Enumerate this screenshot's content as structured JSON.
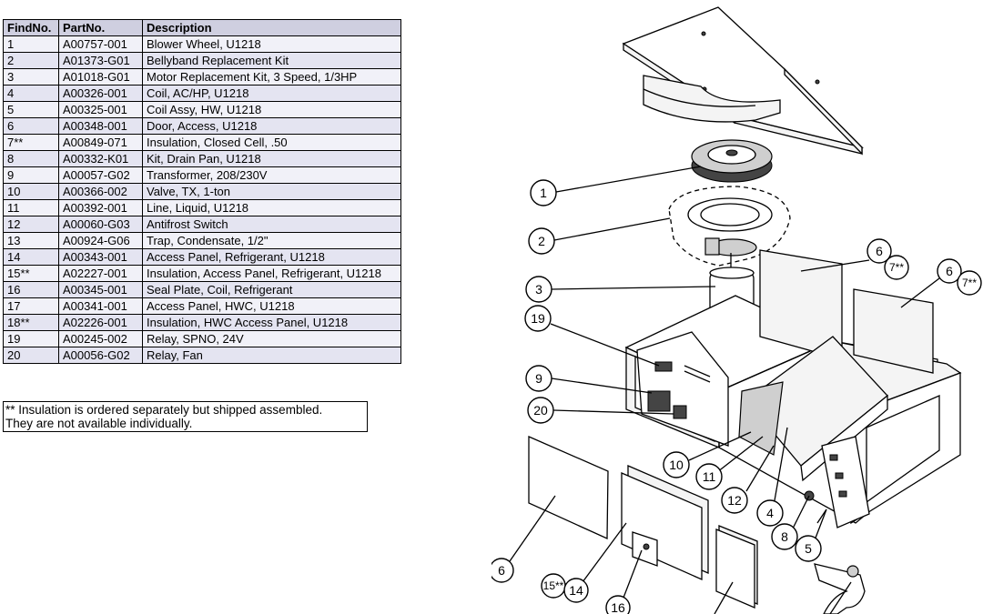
{
  "table": {
    "headers": {
      "find": "FindNo.",
      "part": "PartNo.",
      "desc": "Description"
    },
    "rows": [
      {
        "find": "1",
        "part": "A00757-001",
        "desc": "Blower Wheel, U1218"
      },
      {
        "find": "2",
        "part": "A01373-G01",
        "desc": "Bellyband Replacement Kit"
      },
      {
        "find": "3",
        "part": "A01018-G01",
        "desc": "Motor Replacement Kit, 3 Speed, 1/3HP"
      },
      {
        "find": "4",
        "part": "A00326-001",
        "desc": "Coil, AC/HP, U1218"
      },
      {
        "find": "5",
        "part": "A00325-001",
        "desc": "Coil Assy, HW, U1218"
      },
      {
        "find": "6",
        "part": "A00348-001",
        "desc": "Door, Access, U1218"
      },
      {
        "find": "7**",
        "part": "A00849-071",
        "desc": "Insulation, Closed Cell, .50"
      },
      {
        "find": "8",
        "part": "A00332-K01",
        "desc": "Kit, Drain Pan, U1218"
      },
      {
        "find": "9",
        "part": "A00057-G02",
        "desc": "Transformer, 208/230V"
      },
      {
        "find": "10",
        "part": "A00366-002",
        "desc": "Valve, TX, 1-ton"
      },
      {
        "find": "11",
        "part": "A00392-001",
        "desc": "Line, Liquid, U1218"
      },
      {
        "find": "12",
        "part": "A00060-G03",
        "desc": "Antifrost Switch"
      },
      {
        "find": "13",
        "part": "A00924-G06",
        "desc": "Trap, Condensate, 1/2\""
      },
      {
        "find": "14",
        "part": "A00343-001",
        "desc": "Access Panel, Refrigerant, U1218"
      },
      {
        "find": "15**",
        "part": "A02227-001",
        "desc": "Insulation, Access Panel, Refrigerant, U1218"
      },
      {
        "find": "16",
        "part": "A00345-001",
        "desc": "Seal Plate, Coil, Refrigerant"
      },
      {
        "find": "17",
        "part": "A00341-001",
        "desc": "Access Panel, HWC, U1218"
      },
      {
        "find": "18**",
        "part": "A02226-001",
        "desc": "Insulation, HWC Access Panel, U1218"
      },
      {
        "find": "19",
        "part": "A00245-002",
        "desc": "Relay, SPNO, 24V"
      },
      {
        "find": "20",
        "part": "A00056-G02",
        "desc": "Relay, Fan"
      }
    ]
  },
  "footnote": {
    "line1": "** Insulation is ordered separately but shipped assembled.",
    "line2": "They are not available individually."
  },
  "callouts": {
    "c1": "1",
    "c2": "2",
    "c3": "3",
    "c19": "19",
    "c9": "9",
    "c20": "20",
    "c10": "10",
    "c11": "11",
    "c12": "12",
    "c4": "4",
    "c8": "8",
    "c5": "5",
    "c6a": "6",
    "c7a": "7**",
    "c6b": "6",
    "c7b": "7**",
    "c6c": "6",
    "c15": "15**",
    "c14": "14",
    "c16": "16"
  }
}
